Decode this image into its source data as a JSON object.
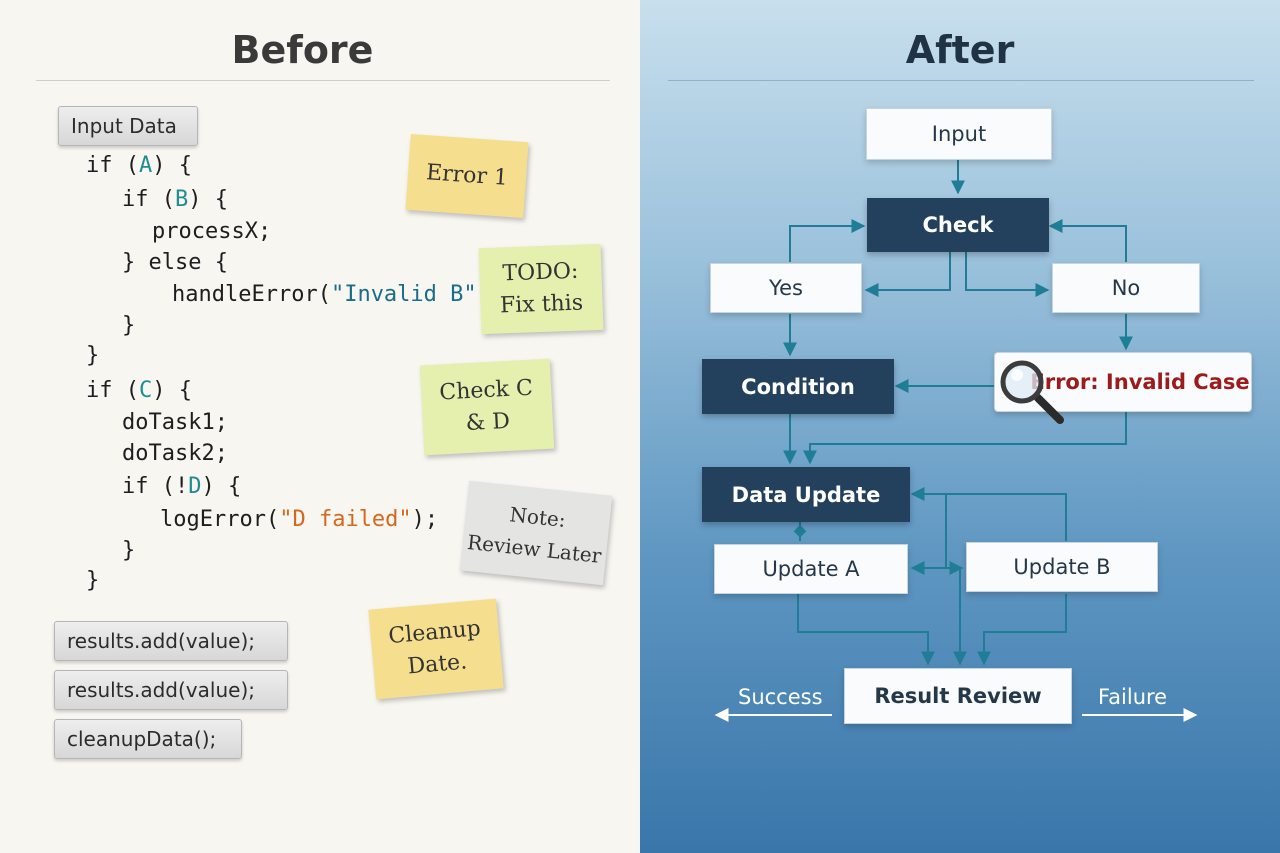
{
  "before": {
    "title": "Before",
    "input_button": "Input Data",
    "code": [
      {
        "pre": "if (",
        "var": "A",
        "post": ") {"
      },
      {
        "pre": "if (",
        "var": "B",
        "post": ") {"
      },
      {
        "text": "processX;"
      },
      {
        "text": "} else {"
      },
      {
        "pre": "handleError(",
        "str": "\"Invalid B\"",
        "post": ");"
      },
      {
        "text": "}"
      },
      {
        "text": "}"
      },
      {
        "pre": "if (",
        "var": "C",
        "post": ") {"
      },
      {
        "text": "doTask1;"
      },
      {
        "text": "doTask2;"
      },
      {
        "pre": "if (!",
        "var": "D",
        "post": ") {"
      },
      {
        "pre": "logError(",
        "str": "\"D failed\"",
        "post": ");"
      },
      {
        "text": "}"
      },
      {
        "text": "}"
      }
    ],
    "result_buttons": [
      "results.add(value);",
      "results.add(value);",
      "cleanupData();"
    ],
    "notes": [
      {
        "line1": "Error 1",
        "line2": ""
      },
      {
        "line1": "TODO:",
        "line2": "Fix this"
      },
      {
        "line1": "Check C",
        "line2": "& D"
      },
      {
        "line1": "Note:",
        "line2": "Review Later"
      },
      {
        "line1": "Cleanup",
        "line2": "Date."
      }
    ]
  },
  "after": {
    "title": "After",
    "nodes": {
      "input": "Input",
      "check": "Check",
      "yes": "Yes",
      "no": "No",
      "condition": "Condition",
      "error": "Error: Invalid Case",
      "data_update": "Data Update",
      "update_a": "Update A",
      "update_b": "Update B",
      "result_review": "Result Review"
    },
    "success_label": "Success",
    "failure_label": "Failure"
  },
  "colors": {
    "arrow": "#1f7e96",
    "dark_node": "#23415c",
    "error_text": "#9b1c1c"
  }
}
